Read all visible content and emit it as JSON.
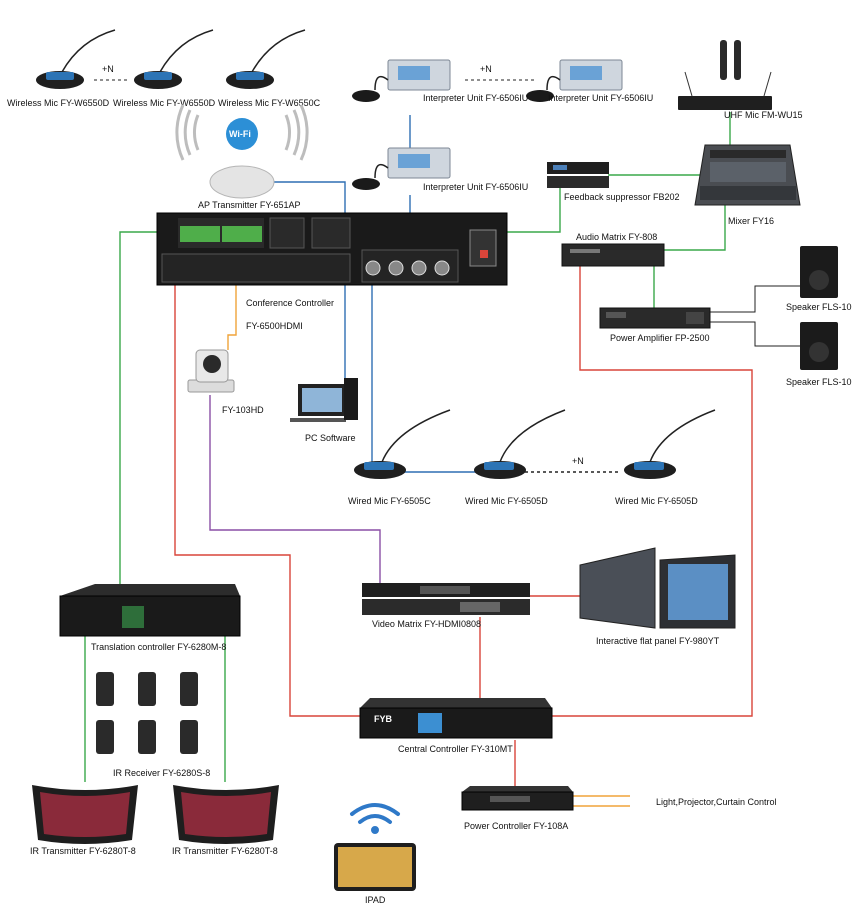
{
  "labels": {
    "wmic1": "Wireless Mic FY-W6550D",
    "wmic2": "Wireless Mic FY-W6550D",
    "wmic3": "Wireless Mic FY-W6550C",
    "plusn1": "+N",
    "wifi_logo": "Wi-Fi",
    "ap": "AP Transmitter FY-651AP",
    "interp1": "Interpreter Unit FY-6506IU",
    "interp2": "Interpreter Unit FY-6506IU",
    "interp3": "Interpreter Unit FY-6506IU",
    "plusn2": "+N",
    "uhf": "UHF Mic FM-WU15",
    "feedback": "Feedback suppressor FB202",
    "mixer": "Mixer FY16",
    "audio_matrix": "Audio Matrix FY-808",
    "speaker1": "Speaker FLS-10",
    "speaker2": "Speaker FLS-10",
    "power_amp": "Power Amplifier FP-2500",
    "conf_ctrl_1": "Conference Controller",
    "conf_ctrl_2": "FY-6500HDMI",
    "camera": "FY-103HD",
    "pc": "PC Software",
    "wired1": "Wired Mic FY-6505C",
    "wired2": "Wired Mic FY-6505D",
    "wired3": "Wired Mic FY-6505D",
    "plusn3": "+N",
    "video_matrix": "Video Matrix FY-HDMI0808",
    "flat_panel": "Interactive flat panel FY-980YT",
    "translation": "Translation controller FY-6280M-8",
    "ir_receiver": "IR Receiver FY-6280S-8",
    "central": "Central Controller FY-310MT",
    "central_brand": "FYB",
    "power_ctrl": "Power Controller FY-108A",
    "light": "Light,Projector,Curtain Control",
    "ir_tx1": "IR Transmitter FY-6280T-8",
    "ir_tx2": "IR Transmitter FY-6280T-8",
    "ipad": "IPAD"
  },
  "colors": {
    "green": "#3aa84a",
    "blue": "#2f6fb3",
    "red": "#d9453a",
    "purple": "#8a4fa5",
    "orange": "#f0a43a",
    "device_dark": "#1f1f1f",
    "device_mid": "#3a3a3a",
    "panel_gray": "#5c5c5c"
  }
}
